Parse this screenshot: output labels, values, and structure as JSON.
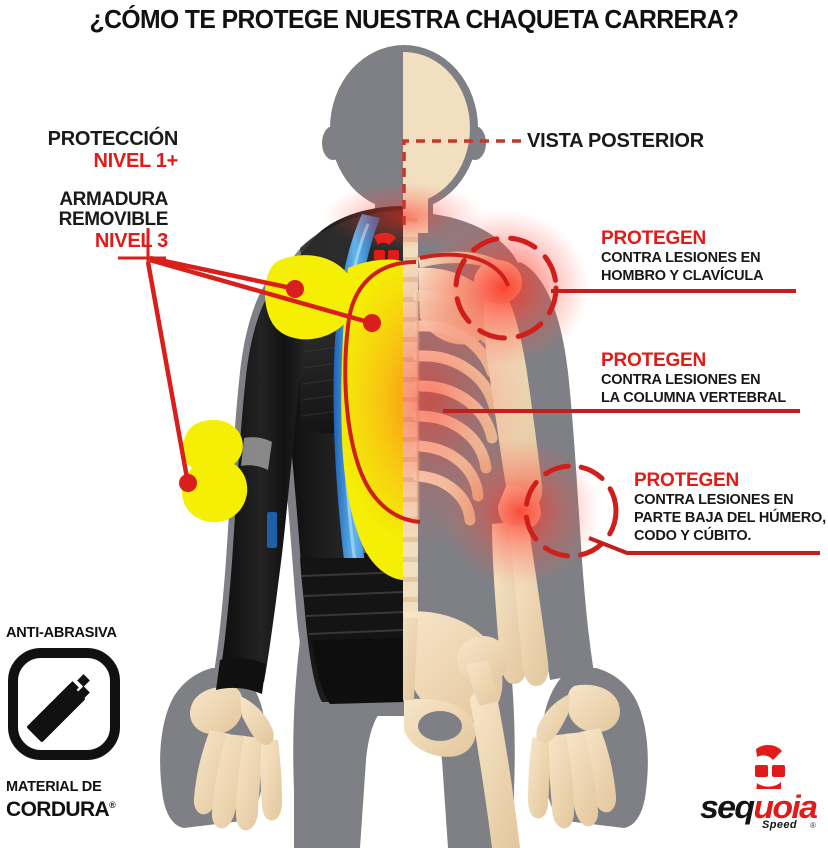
{
  "title": "¿CÓMO TE PROTEGE NUESTRA CHAQUETA CARRERA?",
  "left_labels": {
    "proteccion": {
      "line1": "PROTECCIÓN",
      "line2": "NIVEL 1+"
    },
    "armadura": {
      "line1": "ARMADURA",
      "line2": "REMOVIBLE",
      "line3": "NIVEL 3"
    }
  },
  "right_labels": {
    "vista_posterior": "VISTA POSTERIOR",
    "callouts": [
      {
        "heading": "PROTEGEN",
        "line1": "CONTRA LESIONES EN",
        "line2": "HOMBRO Y CLAVÍCULA",
        "line3": ""
      },
      {
        "heading": "PROTEGEN",
        "line1": "CONTRA LESIONES EN",
        "line2": "LA COLUMNA VERTEBRAL",
        "line3": ""
      },
      {
        "heading": "PROTEGEN",
        "line1": "CONTRA LESIONES EN",
        "line2": "PARTE BAJA DEL HÚMERO,",
        "line3": "CODO Y CÚBITO."
      }
    ]
  },
  "badge": {
    "top_label": "ANTI-ABRASIVA",
    "bottom_label": "MATERIAL DE",
    "brand": "CORDURA",
    "registered": "®",
    "icon": "abrasion-resistance-icon"
  },
  "logo": {
    "mark": "sequoia-circle-mark",
    "wordmark_part1": "seq",
    "wordmark_part2": "uoia",
    "tagline": "Speed",
    "registered": "®"
  },
  "colors": {
    "red": "#e11b17",
    "dark_red": "#c0201c",
    "yellow": "#f5ee05",
    "blue": "#3a9ae0",
    "bone": "#f0d9b5",
    "body_gray": "#7e8086",
    "black": "#161616",
    "title_black": "#111111"
  },
  "figure": {
    "description": "back view of a rider: left half wearing black motorcycle jacket with yellow removable armor pads, right half showing human skeleton",
    "armor_pads": [
      "shoulder-pad",
      "back-protector-pad",
      "elbow-pad"
    ],
    "highlight_zones": [
      "shoulder",
      "spine",
      "elbow"
    ]
  }
}
